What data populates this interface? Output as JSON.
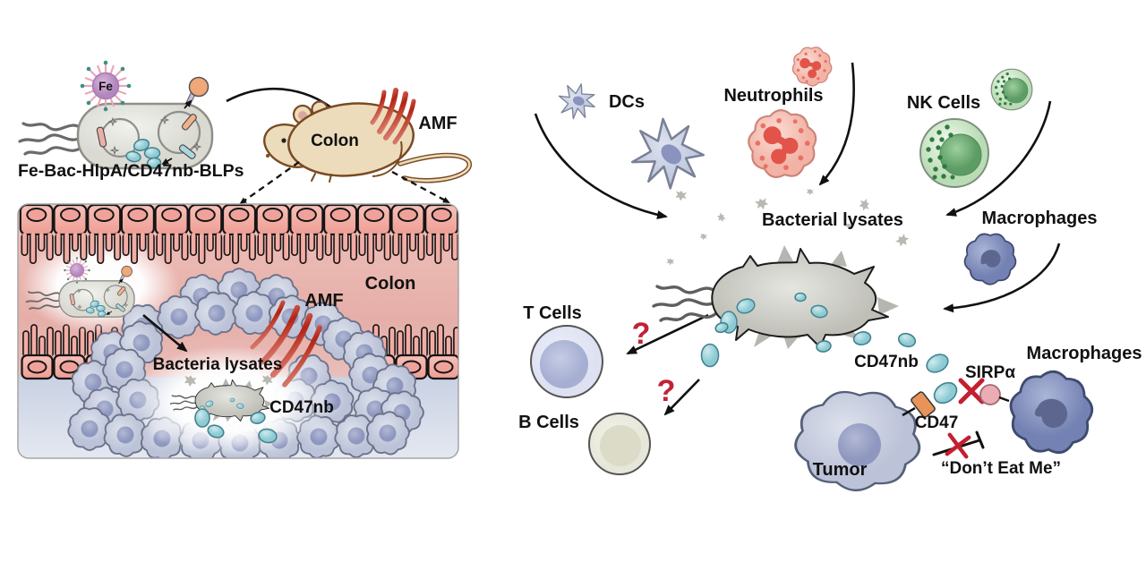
{
  "left": {
    "fe": "Fe",
    "construct": "Fe-Bac-HlpA/CD47nb-BLPs",
    "mouse_colon": "Colon",
    "mouse_amf": "AMF",
    "panel": {
      "colon": "Colon",
      "amf": "AMF",
      "bacteria_lysates": "Bacteria lysates",
      "cd47nb": "CD47nb"
    }
  },
  "right": {
    "dcs": "DCs",
    "neutrophils": "Neutrophils",
    "nk_cells": "NK Cells",
    "macrophages_top": "Macrophages",
    "bacterial_lysates": "Bacterial lysates",
    "t_cells": "T Cells",
    "b_cells": "B Cells",
    "t_question": "?",
    "b_question": "?",
    "cd47nb": "CD47nb",
    "sirpa": "SIRPα",
    "cd47": "CD47",
    "macrophages_bottom": "Macrophages",
    "tumor": "Tumor",
    "dont_eat_me": "“Don’t Eat Me”"
  },
  "colors": {
    "question_red": "#c02236",
    "amf_red": "#b42313",
    "cd47nb_teal": "#8ccbd4",
    "cd47_orange": "#e8935a",
    "sirpa_pink": "#ecacb4",
    "nk_green": "#b9dcb4",
    "neutrophil_pink": "#f2b3a6",
    "macrophage_blue": "#7482b3",
    "tumor_lavender": "#c2c9dc",
    "epithelium_pink": "#f3aea6",
    "bacterium_gray": "#dadad3"
  }
}
